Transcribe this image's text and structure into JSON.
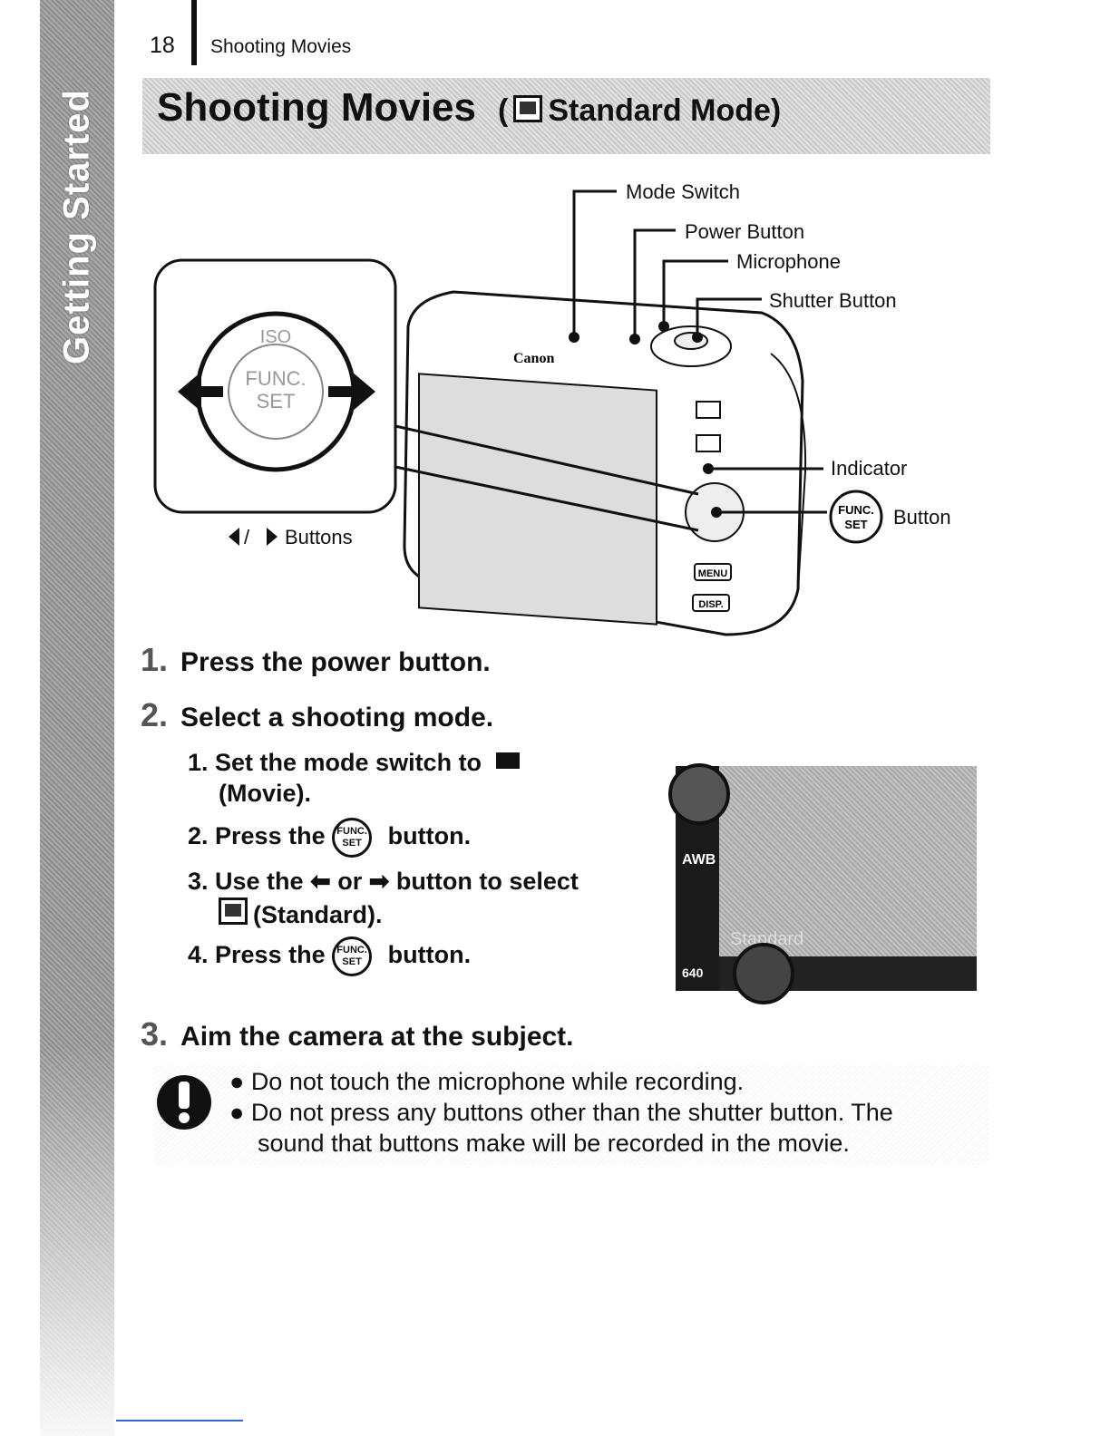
{
  "page": {
    "number": "18",
    "running_title": "Shooting Movies",
    "side_tab": "Getting Started"
  },
  "heading": {
    "title": "Shooting Movies",
    "subtitle": "(",
    "subtitle_mode": "Standard Mode)"
  },
  "callouts": {
    "mode_switch": "Mode Switch",
    "power_button": "Power Button",
    "microphone": "Microphone",
    "shutter_button": "Shutter Button",
    "indicator": "Indicator",
    "func_button": "Button",
    "arrow_buttons": "Buttons",
    "arrow_separator": "/",
    "camera_brand": "Canon",
    "dial_iso": "ISO",
    "dial_func": "FUNC.",
    "dial_set": "SET",
    "func_icon_top": "FUNC.",
    "func_icon_bottom": "SET",
    "menu_key": "MENU",
    "disp_key": "DISP."
  },
  "steps": [
    {
      "num": "1.",
      "text": "Press the power button."
    },
    {
      "num": "2.",
      "text": "Select a shooting mode."
    },
    {
      "num": "3.",
      "text": "Aim the camera at the subject."
    }
  ],
  "substeps": {
    "s1_a": "1. Set the mode switch to",
    "s1_b": "(Movie).",
    "s2_a": "2. Press the",
    "s2_b": "button.",
    "s3_a": "3. Use the",
    "s3_or": "or",
    "s3_b": "button to select",
    "s3_c": "(Standard).",
    "s4_a": "4. Press the",
    "s4_b": "button."
  },
  "screen": {
    "label": "Standard",
    "awb": "AWB",
    "size": "640"
  },
  "warnings": [
    "Do not touch the microphone while recording.",
    "Do not press any buttons other than the shutter button. The",
    "sound that buttons make will be recorded in the movie."
  ]
}
